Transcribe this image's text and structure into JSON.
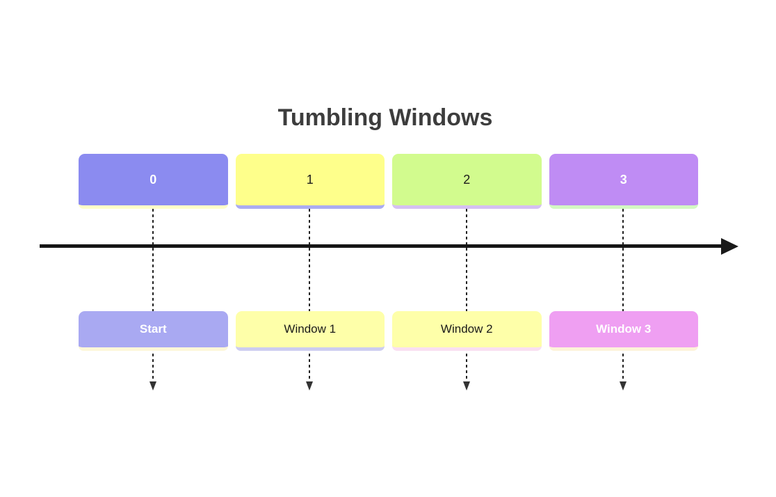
{
  "title": {
    "text": "Tumbling Windows",
    "color": "#3d3d3d"
  },
  "timeline": {
    "color": "#151515",
    "arrow_color": "#1a1a1a"
  },
  "connector": {
    "color": "#222222",
    "arrow_color": "#333333"
  },
  "events": [
    {
      "label": "0",
      "bg": "#8b8bf0",
      "shadow": "#ffffc9",
      "text_color": "#ffffff"
    },
    {
      "label": "1",
      "bg": "#feff8b",
      "shadow": "#abacf1",
      "text_color": "#1a1a1a"
    },
    {
      "label": "2",
      "bg": "#d2fb8e",
      "shadow": "#d5c0f2",
      "text_color": "#1a1a1a"
    },
    {
      "label": "3",
      "bg": "#bf8cf4",
      "shadow": "#d3f9c3",
      "text_color": "#ffffff"
    }
  ],
  "windows": [
    {
      "label": "Start",
      "bg": "#a9a9f2",
      "shadow": "#fdf7d8",
      "text_color": "#ffffff"
    },
    {
      "label": "Window 1",
      "bg": "#feffa9",
      "shadow": "#cdcdf0",
      "text_color": "#1a1a1a"
    },
    {
      "label": "Window 2",
      "bg": "#feffa9",
      "shadow": "#f9dff1",
      "text_color": "#1a1a1a"
    },
    {
      "label": "Window 3",
      "bg": "#ef9ff2",
      "shadow": "#fdf3d9",
      "text_color": "#ffffff"
    }
  ]
}
